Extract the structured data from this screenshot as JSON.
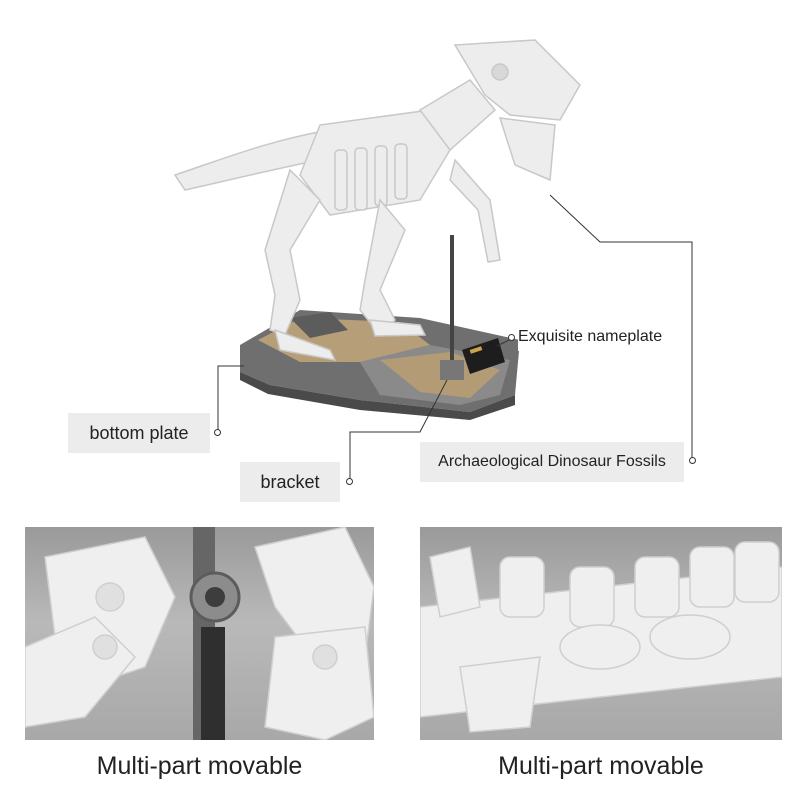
{
  "labels": {
    "nameplate": "Exquisite nameplate",
    "bottom_plate": "bottom plate",
    "bracket": "bracket",
    "fossils": "Archaeological Dinosaur Fossils"
  },
  "captions": {
    "left": "Multi-part movable",
    "right": "Multi-part movable"
  }
}
